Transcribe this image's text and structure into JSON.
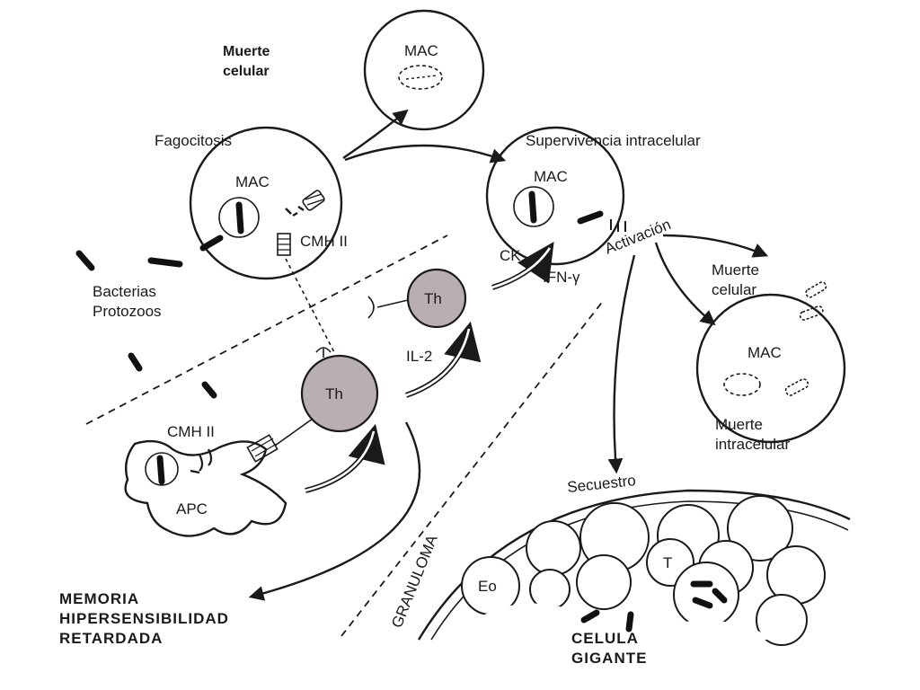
{
  "labels": {
    "death_top": [
      "Muerte",
      "celular"
    ],
    "mac": "MAC",
    "fagocitosis": "Fagocitosis",
    "supervivencia": "Supervivencia intracelular",
    "cmh2": "CMH II",
    "bacterias": [
      "Bacterias",
      "Protozoos"
    ],
    "th": "Th",
    "ck": "CK",
    "ifn": "IFN-γ",
    "activacion": "Activación",
    "il2": "IL-2",
    "death_right": [
      "Muerte",
      "celular"
    ],
    "muerte_intracelular": [
      "Muerte",
      "intracelular"
    ],
    "apc": "APC",
    "secuestro": "Secuestro",
    "granuloma": "GRANULOMA",
    "eo": "Eo",
    "t": "T",
    "celula_gigante": [
      "CELULA",
      "GIGANTE"
    ],
    "memoria": [
      "MEMORIA",
      "HIPERSENSIBILIDAD",
      "RETARDADA"
    ]
  },
  "colors": {
    "ink": "#1a1a1a",
    "th_fill": "#b9aeb0",
    "background": "#ffffff"
  }
}
